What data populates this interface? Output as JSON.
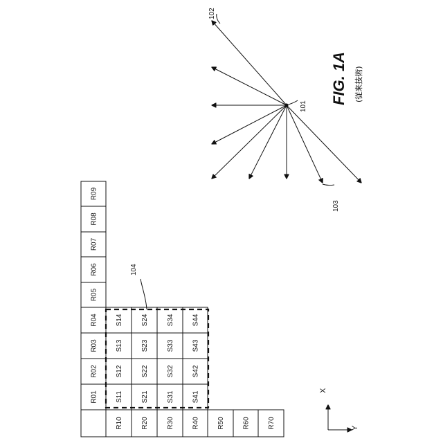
{
  "figure": {
    "title": "FIG. 1A",
    "subtitle": "(従来技術)"
  },
  "array": {
    "row_labels": [
      "R01",
      "R02",
      "R03",
      "R04",
      "R05",
      "R06",
      "R07",
      "R08",
      "R09"
    ],
    "col_labels": [
      "R10",
      "R20",
      "R30",
      "R40",
      "R50",
      "R60",
      "R70"
    ],
    "sub_labels": [
      [
        "S11",
        "S12",
        "S13",
        "S14"
      ],
      [
        "S21",
        "S22",
        "S23",
        "S24"
      ],
      [
        "S31",
        "S32",
        "S33",
        "S34"
      ],
      [
        "S41",
        "S42",
        "S43",
        "S44"
      ]
    ],
    "region_ref": "104"
  },
  "axes": {
    "x": "X",
    "y": "Y"
  },
  "beams": {
    "origin_ref": "101",
    "ray_ref_top": "102",
    "ray_ref_bottom": "103",
    "count": 9
  }
}
